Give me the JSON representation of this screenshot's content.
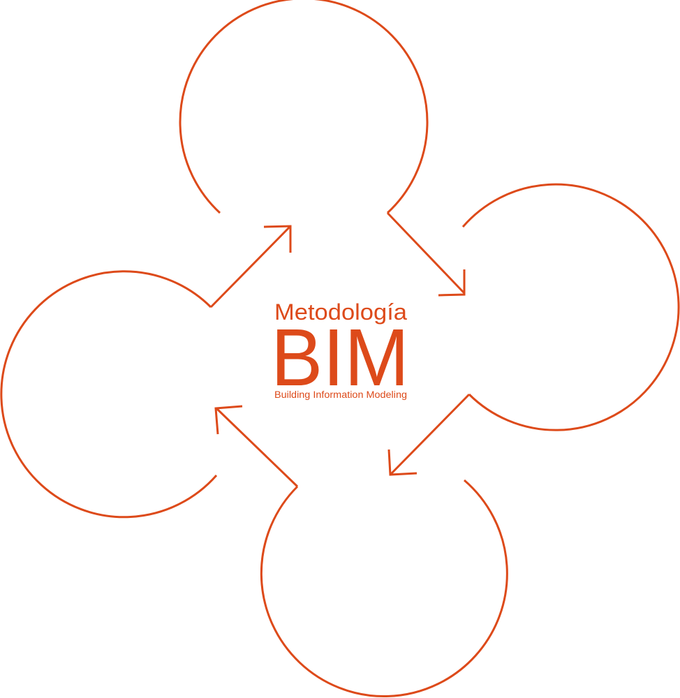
{
  "title": {
    "line1": "Metodología",
    "line2": "BIM",
    "line3": "Building Information Modeling"
  },
  "colors": {
    "accent": "#DD4A1A",
    "background": "#FFFFFF"
  },
  "cycle": {
    "stages": 4,
    "direction": "clockwise"
  }
}
